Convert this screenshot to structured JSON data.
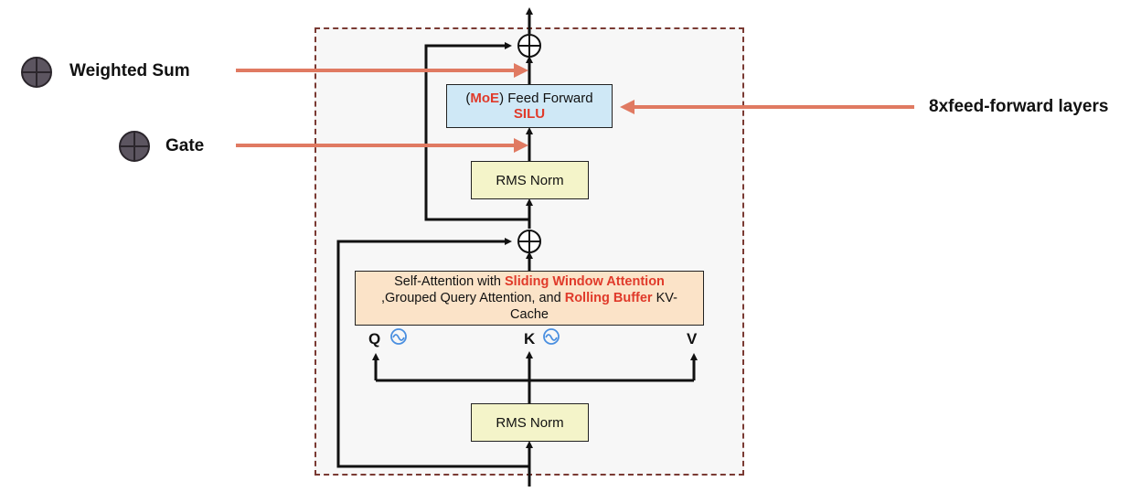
{
  "legend": {
    "weighted_sum": "Weighted Sum",
    "gate": "Gate"
  },
  "right_label": "8xfeed-forward layers",
  "blocks": {
    "moe": {
      "prefix_open": "(",
      "moe": "MoE",
      "suffix": ") Feed Forward",
      "silu": "SILU"
    },
    "rms_norm_top": "RMS Norm",
    "rms_norm_bottom": "RMS Norm",
    "attention": {
      "part1": "Self-Attention with ",
      "sliding": "Sliding Window Attention",
      "part2": ",Grouped Query Attention, and ",
      "rolling": "Rolling Buffer",
      "part3": " KV-",
      "part4": "Cache"
    }
  },
  "qkv": {
    "q": "Q",
    "k": "K",
    "v": "V"
  },
  "colors": {
    "frame_border": "#7a3a33",
    "salmon_arrow": "#e07a62",
    "red_text": "#e03a2a",
    "moe_fill": "#cfe8f6",
    "rms_fill": "#f4f4c9",
    "attn_fill": "#fbe3c8",
    "rotary_icon": "#4a8fe0"
  },
  "icons": [
    "circle-plus-icon",
    "rotary-icon",
    "arrow-icon"
  ]
}
